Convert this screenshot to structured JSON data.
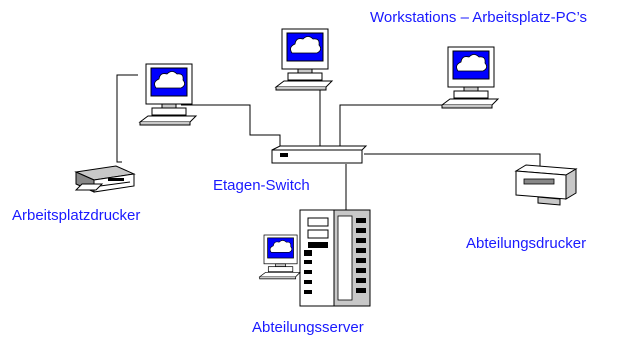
{
  "labels": {
    "workstations": "Workstations – Arbeitsplatz-PC’s",
    "switch": "Etagen-Switch",
    "workplace_printer": "Arbeitsplatzdrucker",
    "department_printer": "Abteilungsdrucker",
    "department_server": "Abteilungsserver"
  },
  "colors": {
    "label_text": "#1a1aff",
    "cloud_screen": "#0000ff",
    "device_body": "#ffffff",
    "device_shade": "#c8c8c8",
    "line": "#000000"
  },
  "icons": [
    "workstation-icon",
    "switch-icon",
    "printer-icon",
    "laser-printer-icon",
    "server-icon"
  ]
}
